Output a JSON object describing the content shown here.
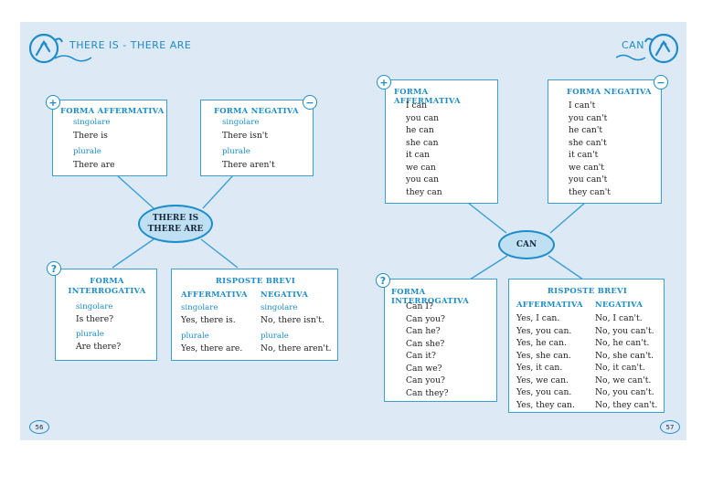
{
  "colors": {
    "accent": "#1d8cc8",
    "page_bg": "#dde9f4",
    "node_fill": "#bfe0f3"
  },
  "left": {
    "title": "THERE IS - THERE ARE",
    "page_number": "56",
    "center": {
      "line1": "THERE IS",
      "line2": "THERE ARE"
    },
    "affermativa": {
      "heading": "FORMA AFFERMATIVA",
      "singolare_label": "singolare",
      "singolare": "There is",
      "plurale_label": "plurale",
      "plurale": "There are"
    },
    "negativa": {
      "heading": "FORMA NEGATIVA",
      "singolare_label": "singolare",
      "singolare": "There isn't",
      "plurale_label": "plurale",
      "plurale": "There aren't"
    },
    "interrogativa": {
      "heading1": "FORMA",
      "heading2": "INTERROGATIVA",
      "singolare_label": "singolare",
      "singolare": "Is there?",
      "plurale_label": "plurale",
      "plurale": "Are there?"
    },
    "risposte": {
      "heading": "RISPOSTE BREVI",
      "col_aff": "AFFERMATIVA",
      "col_neg": "NEGATIVA",
      "singolare_label": "singolare",
      "aff_singolare": "Yes, there is.",
      "neg_singolare": "No, there isn't.",
      "plurale_label": "plurale",
      "aff_plurale": "Yes, there are.",
      "neg_plurale": "No, there aren't."
    }
  },
  "right": {
    "title": "CAN",
    "page_number": "57",
    "center": "CAN",
    "affermativa": {
      "heading": "FORMA AFFERMATIVA",
      "items": [
        "I can",
        "you can",
        "he can",
        "she can",
        "it can",
        "we can",
        "you can",
        "they can"
      ]
    },
    "negativa": {
      "heading": "FORMA NEGATIVA",
      "items": [
        "I can't",
        "you can't",
        "he can't",
        "she can't",
        "it can't",
        "we can't",
        "you can't",
        "they can't"
      ]
    },
    "interrogativa": {
      "heading": "FORMA INTERROGATIVA",
      "items": [
        "Can I?",
        "Can you?",
        "Can he?",
        "Can she?",
        "Can it?",
        "Can we?",
        "Can you?",
        "Can they?"
      ]
    },
    "risposte": {
      "heading": "RISPOSTE BREVI",
      "col_aff": "AFFERMATIVA",
      "col_neg": "NEGATIVA",
      "aff": [
        "Yes, I can.",
        "Yes, you can.",
        "Yes, he can.",
        "Yes, she can.",
        "Yes, it can.",
        "Yes, we can.",
        "Yes, you can.",
        "Yes, they can."
      ],
      "neg": [
        "No, I can't.",
        "No, you can't.",
        "No, he can't.",
        "No, she can't.",
        "No, it can't.",
        "No, we can't.",
        "No, you can't.",
        "No, they can't."
      ]
    }
  },
  "icons": {
    "plus": "+",
    "minus": "−",
    "question": "?"
  }
}
